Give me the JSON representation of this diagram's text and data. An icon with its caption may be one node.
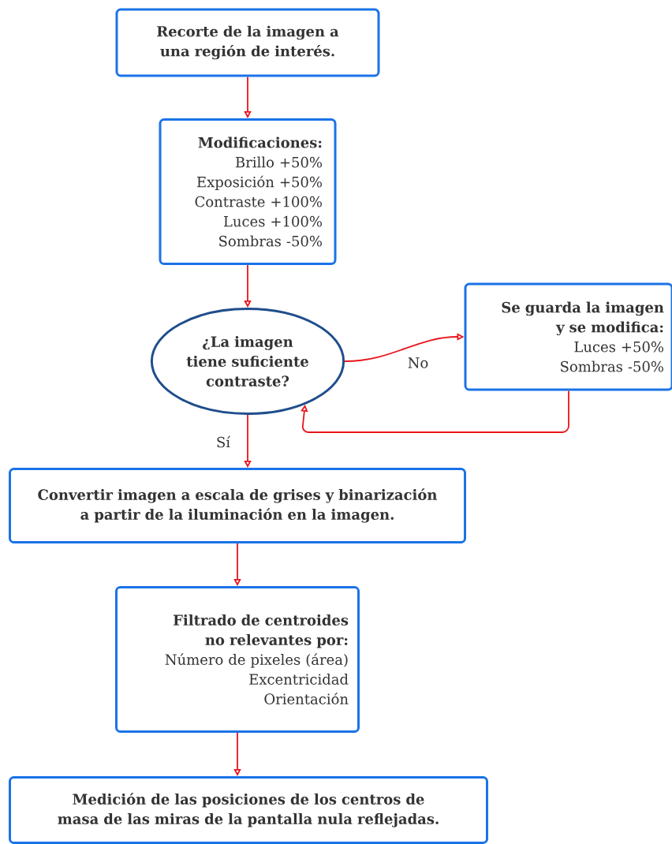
{
  "diagram": {
    "nodes": [
      {
        "text": [
          "Recorte de la imagen a una región de interés."
        ]
      },
      {
        "text": [
          "Modificaciones:",
          "Brillo +50%",
          "Exposición +50%",
          "Contraste +100%",
          "Luces +100%",
          "Sombras -50%"
        ]
      },
      {
        "text": [
          "¿La imagen tiene suficiente contraste?"
        ]
      },
      {
        "text": [
          "Se guarda la imagen y se modifica:",
          "Luces +50%",
          "Sombras -50%"
        ]
      },
      {
        "text": [
          "Convertir imagen a escala de grises y binarización a partir de la iluminación en la imagen."
        ]
      },
      {
        "text": [
          "Filtrado de centroides no relevantes por:",
          "Número de pixeles (área)",
          "Excentricidad",
          "Orientación"
        ]
      },
      {
        "text": [
          "Medición de las posiciones de los centros de masa de las miras de la pantalla nula reflejadas."
        ]
      }
    ],
    "edges": [
      {
        "from": 0,
        "to": 1,
        "arrow": "to"
      },
      {
        "from": 1,
        "to": 2,
        "arrow": "to"
      },
      {
        "from": 2,
        "to": 3,
        "arrow": "to",
        "label": "No"
      },
      {
        "from": 3,
        "to": 2,
        "arrow": "to"
      },
      {
        "from": 2,
        "to": 4,
        "arrow": "to",
        "label": "Sí"
      },
      {
        "from": 4,
        "to": 5,
        "arrow": "to"
      },
      {
        "from": 5,
        "to": 6,
        "arrow": "to"
      }
    ]
  }
}
